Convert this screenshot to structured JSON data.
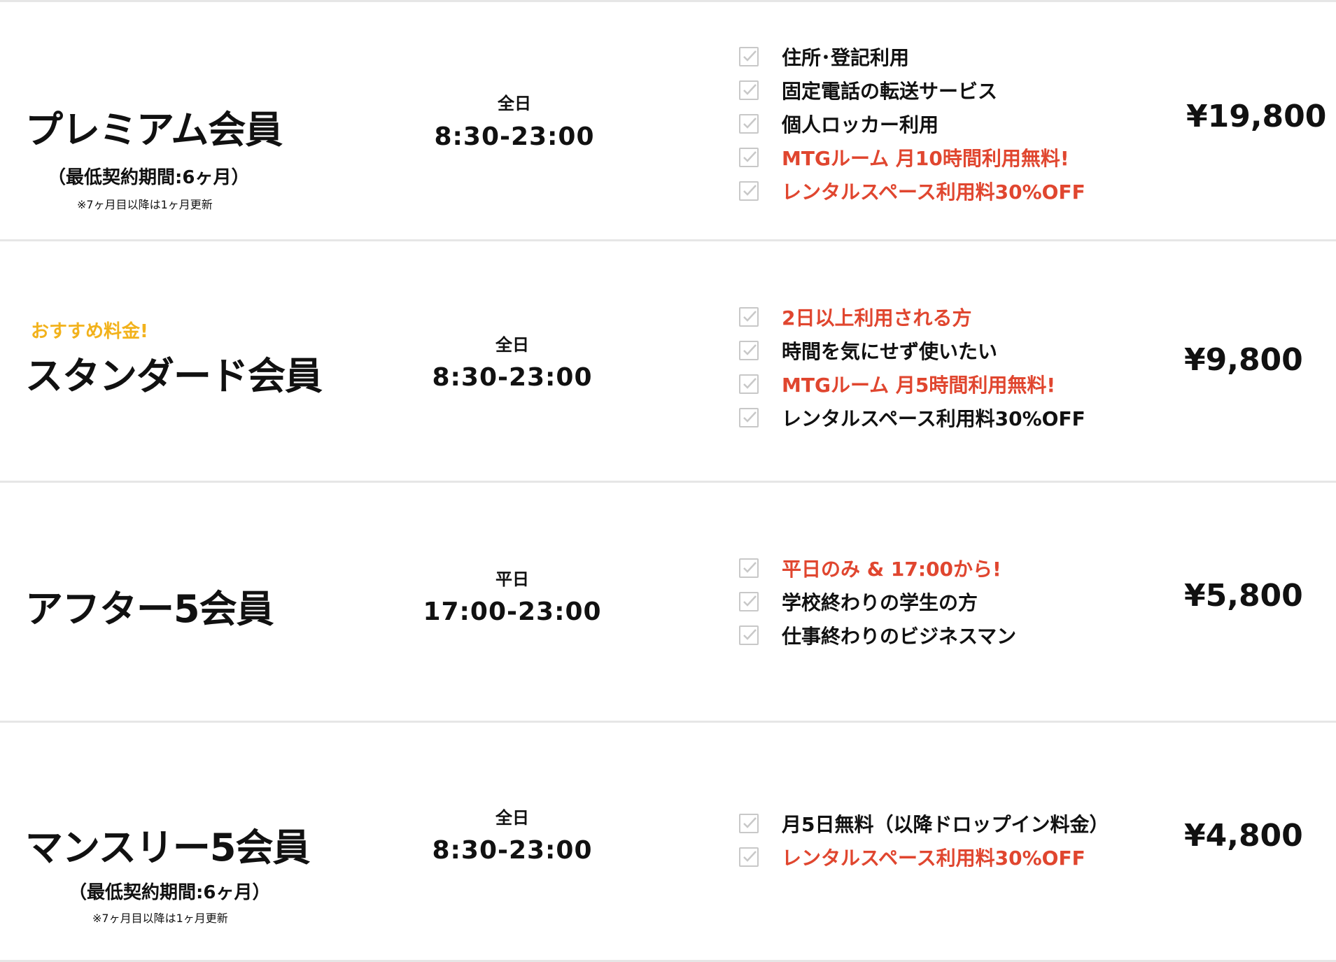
{
  "colors": {
    "highlight_red": "#e0462f",
    "recommend_yellow": "#f2b21c",
    "divider": "#e6e6e6",
    "check_icon": "#c8c8c8"
  },
  "plans": [
    {
      "name": "プレミアム会員",
      "min_period": "（最低契約期間:6ヶ月）",
      "renew_note": "※7ヶ月目以降は1ヶ月更新",
      "hours_label": "全日",
      "hours_time": "8:30-23:00",
      "features": [
        {
          "text": "住所･登記利用",
          "highlight": false
        },
        {
          "text": "固定電話の転送サービス",
          "highlight": false
        },
        {
          "text": "個人ロッカー利用",
          "highlight": false
        },
        {
          "text": "MTGルーム 月10時間利用無料!",
          "highlight": true
        },
        {
          "text": "レンタルスペース利用料30%OFF",
          "highlight": true
        }
      ],
      "price": "¥19,800"
    },
    {
      "recommend": "おすすめ料金!",
      "name": "スタンダード会員",
      "hours_label": "全日",
      "hours_time": "8:30-23:00",
      "features": [
        {
          "text": "2日以上利用される方",
          "highlight": true
        },
        {
          "text": "時間を気にせず使いたい",
          "highlight": false
        },
        {
          "text": "MTGルーム 月5時間利用無料!",
          "highlight": true
        },
        {
          "text": "レンタルスペース利用料30%OFF",
          "highlight": false
        }
      ],
      "price": "¥9,800"
    },
    {
      "name": "アフター5会員",
      "hours_label": "平日",
      "hours_time": "17:00-23:00",
      "features": [
        {
          "text": "平日のみ & 17:00から!",
          "highlight": true
        },
        {
          "text": "学校終わりの学生の方",
          "highlight": false
        },
        {
          "text": "仕事終わりのビジネスマン",
          "highlight": false
        }
      ],
      "price": "¥5,800"
    },
    {
      "name": "マンスリー5会員",
      "min_period": "（最低契約期間:6ヶ月）",
      "renew_note": "※7ヶ月目以降は1ヶ月更新",
      "hours_label": "全日",
      "hours_time": "8:30-23:00",
      "features": [
        {
          "text": "月5日無料（以降ドロップイン料金）",
          "highlight": false
        },
        {
          "text": "レンタルスペース利用料30%OFF",
          "highlight": true
        }
      ],
      "price": "¥4,800"
    }
  ]
}
